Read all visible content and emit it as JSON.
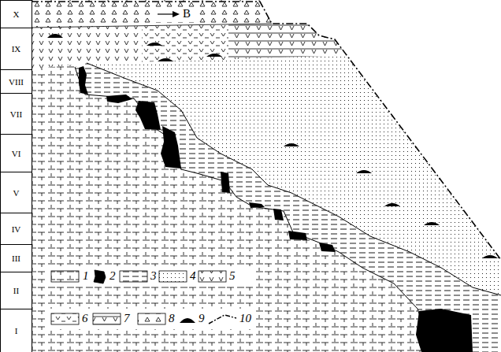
{
  "diagram": {
    "nodes": [
      {
        "text": [
          "X"
        ]
      },
      {
        "text": [
          "IX"
        ]
      },
      {
        "text": [
          "VIII"
        ]
      },
      {
        "text": [
          "VII"
        ]
      },
      {
        "text": [
          "VI"
        ]
      },
      {
        "text": [
          "V"
        ]
      },
      {
        "text": [
          "IV"
        ]
      },
      {
        "text": [
          "III"
        ]
      },
      {
        "text": [
          "II"
        ]
      },
      {
        "text": [
          "I"
        ]
      }
    ],
    "labels": [
      "B"
    ],
    "legend": [
      {
        "text": "1"
      },
      {
        "text": "2"
      },
      {
        "text": "3"
      },
      {
        "text": "4"
      },
      {
        "text": "5"
      },
      {
        "text": "6"
      },
      {
        "text": "7"
      },
      {
        "text": "8"
      },
      {
        "text": "9"
      },
      {
        "text": "10"
      }
    ]
  }
}
